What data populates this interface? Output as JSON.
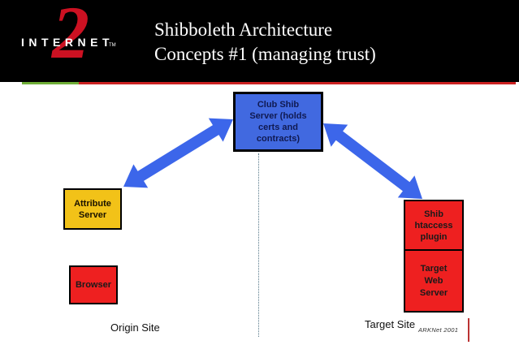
{
  "slide": {
    "logo_word": "INTERNET",
    "logo_tm": "TM",
    "logo_numeral": "2",
    "title_line1": "Shibboleth Architecture",
    "title_line2": "Concepts #1 (managing trust)"
  },
  "diagram": {
    "club_shib_label": "Club Shib\nServer (holds\ncerts and\ncontracts)",
    "attribute_server_label": "Attribute\nServer",
    "browser_label": "Browser",
    "shib_plugin_label": "Shib\nhtaccess\nplugin",
    "target_web_server_label": "Target\nWeb\nServer",
    "origin_site_label": "Origin Site",
    "target_site_label": "Target Site",
    "caption": "ARKNet 2001"
  },
  "colors": {
    "header_bg": "#000000",
    "accent_green": "#6fae38",
    "accent_red": "#cc2222",
    "logo_red": "#cc1122",
    "box_blue": "#4169e0",
    "box_yellow": "#f2c218",
    "box_red": "#ee2020",
    "arrow_blue": "#3c66ea",
    "dotted_line": "#557788",
    "corner_tick_red": "#bb3333"
  }
}
